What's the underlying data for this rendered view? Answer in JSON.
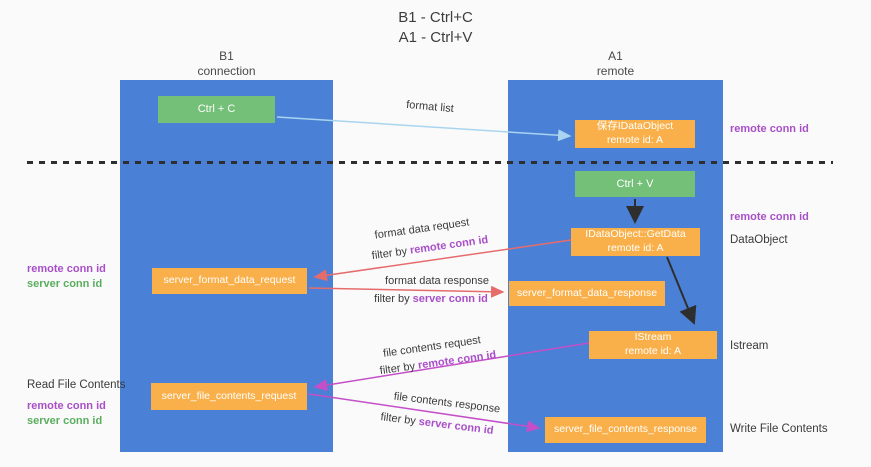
{
  "title": {
    "line1": "B1 - Ctrl+C",
    "line2": "A1 - Ctrl+V"
  },
  "columns": {
    "left": {
      "name": "B1",
      "role": "connection"
    },
    "right": {
      "name": "A1",
      "role": "remote"
    }
  },
  "boxes": {
    "ctrl_c": "Ctrl + C",
    "ctrl_v": "Ctrl + V",
    "save_dataobject": {
      "line1": "保存IDataObject",
      "line2": "remote id: A"
    },
    "getdata": {
      "line1": "IDataObject::GetData",
      "line2": "remote id: A"
    },
    "istream": {
      "line1": "IStream",
      "line2": "remote id: A"
    },
    "format_request": "server_format_data_request",
    "format_response": "server_format_data_response",
    "file_request": "server_file_contents_request",
    "file_response": "server_file_contents_response"
  },
  "arrow_labels": {
    "format_list": "format list",
    "format_request": {
      "text": "format data request",
      "filter_prefix": "filter by ",
      "filter_value": "remote conn id"
    },
    "format_response": {
      "text": "format data response",
      "filter_prefix": "filter by ",
      "filter_value": "server conn id"
    },
    "file_request": {
      "text": "file contents request",
      "filter_prefix": "filter by ",
      "filter_value": "remote conn id"
    },
    "file_response": {
      "text": "file contents response",
      "filter_prefix": "filter by ",
      "filter_value": "server conn id"
    }
  },
  "side_labels": {
    "right_remote_conn_top": "remote conn id",
    "right_remote_conn_mid": "remote conn id",
    "dataobject": "DataObject",
    "istream": "Istream",
    "write_file": "Write File Contents",
    "left_remote_conn_1": "remote conn id",
    "left_server_conn_1": "server conn id",
    "read_file": "Read File Contents",
    "left_remote_conn_2": "remote conn id",
    "left_server_conn_2": "server conn id"
  },
  "colors": {
    "background": "#fafafa",
    "column_blue": "#4a81d6",
    "box_orange": "#f9b04a",
    "box_green": "#74c078",
    "label_purple": "#a94fc9",
    "label_green": "#5aae5e",
    "arrow_red": "#e66c6c",
    "arrow_magenta": "#c44fc8",
    "arrow_lightblue": "#a9d4ef",
    "arrow_black": "#2e2e2e"
  }
}
